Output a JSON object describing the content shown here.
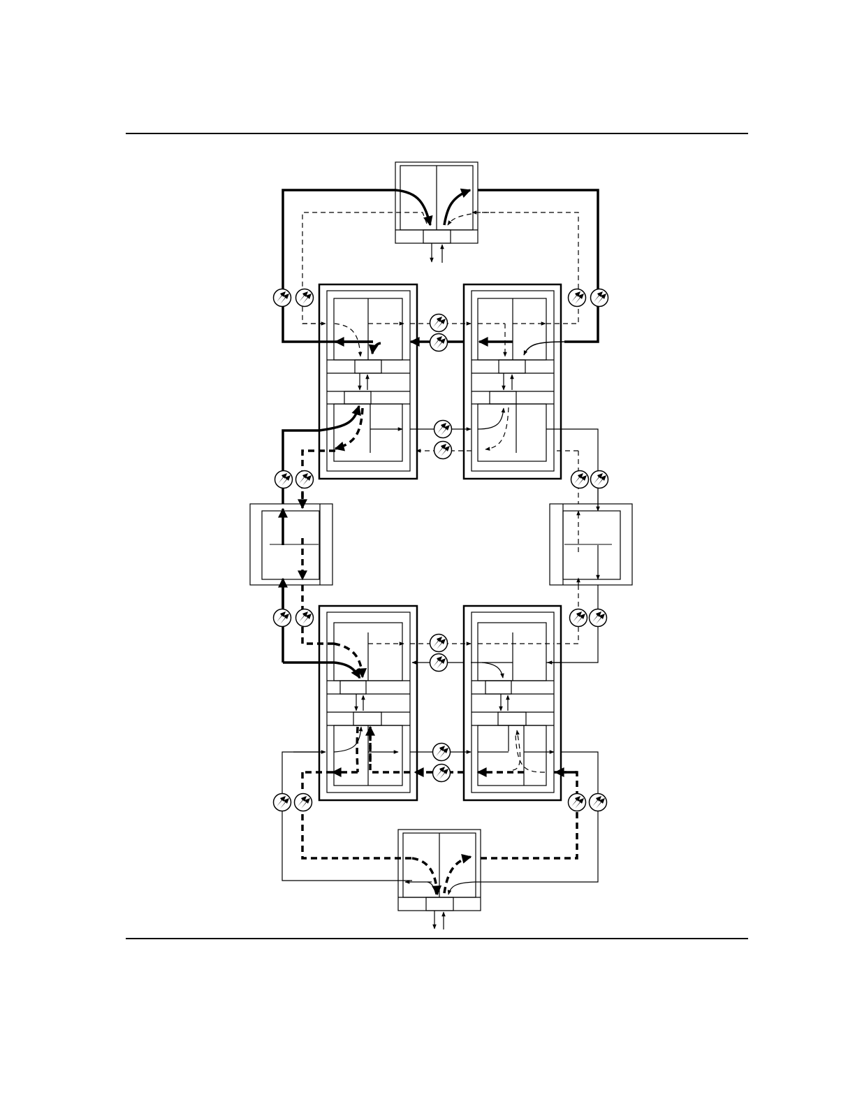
{
  "page": {
    "background": "#ffffff",
    "ink": "#000000"
  },
  "diagram": {
    "kind": "ring network with redundant paths",
    "legend": [],
    "nodes": [
      {
        "id": "top-terminal",
        "type": "terminal"
      },
      {
        "id": "bottom-terminal",
        "type": "terminal"
      },
      {
        "id": "left-repeater",
        "type": "repeater"
      },
      {
        "id": "right-repeater",
        "type": "repeater"
      },
      {
        "id": "upper-left-shelf",
        "type": "shelf",
        "units": 2
      },
      {
        "id": "upper-right-shelf",
        "type": "shelf",
        "units": 2
      },
      {
        "id": "lower-left-shelf",
        "type": "shelf",
        "units": 2
      },
      {
        "id": "lower-right-shelf",
        "type": "shelf",
        "units": 2
      }
    ],
    "link_styles": [
      "working-path",
      "protection-path",
      "idle-path"
    ],
    "connector_icon": "fiber-connector-icon"
  }
}
